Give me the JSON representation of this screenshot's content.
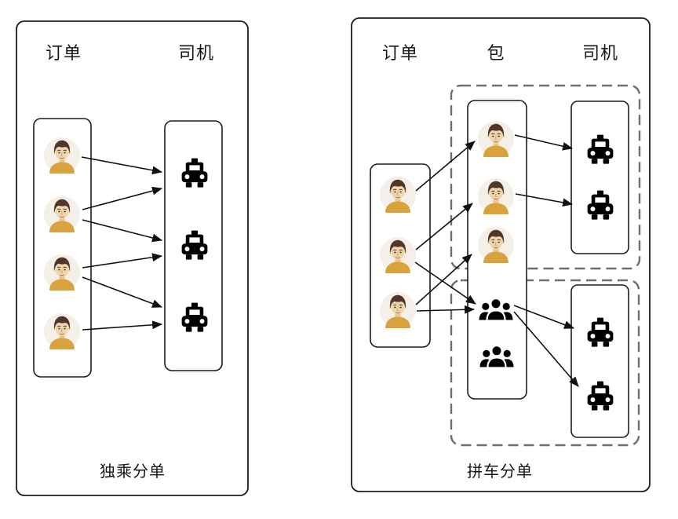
{
  "colors": {
    "line": "#1a1a1a",
    "dash_border": "#6f6f6f",
    "avatar_shirt": "#d8a33c",
    "avatar_bg": "#f4efe8",
    "background": "#ffffff"
  },
  "left_panel": {
    "title_orders": "订单",
    "title_drivers": "司机",
    "caption": "独乘分单",
    "orders": [
      "order-1",
      "order-2",
      "order-3",
      "order-4"
    ],
    "drivers": [
      "taxi-1",
      "taxi-2",
      "taxi-3"
    ],
    "matches": [
      {
        "from": "order-1",
        "to": "taxi-1"
      },
      {
        "from": "order-2",
        "to": "taxi-1"
      },
      {
        "from": "order-2",
        "to": "taxi-2"
      },
      {
        "from": "order-3",
        "to": "taxi-2"
      },
      {
        "from": "order-3",
        "to": "taxi-3"
      },
      {
        "from": "order-4",
        "to": "taxi-3"
      }
    ]
  },
  "right_panel": {
    "title_orders": "订单",
    "title_packages": "包",
    "title_drivers": "司机",
    "caption": "拼车分单",
    "orders": [
      "order-1",
      "order-2",
      "order-3"
    ],
    "packages": [
      "solo-package-1",
      "solo-package-2",
      "solo-package-3",
      "pool-package-1",
      "pool-package-2"
    ],
    "drivers": [
      "taxi-1",
      "taxi-2",
      "taxi-3",
      "taxi-4"
    ],
    "matches": [
      {
        "from": "order-1",
        "to": "solo-package-1"
      },
      {
        "from": "order-2",
        "to": "solo-package-2"
      },
      {
        "from": "order-2",
        "to": "pool-package-1"
      },
      {
        "from": "order-3",
        "to": "solo-package-3"
      },
      {
        "from": "order-3",
        "to": "pool-package-1"
      },
      {
        "from": "solo-package-1",
        "to": "taxi-1"
      },
      {
        "from": "solo-package-2",
        "to": "taxi-2"
      },
      {
        "from": "pool-package-1",
        "to": "taxi-3"
      },
      {
        "from": "pool-package-1",
        "to": "taxi-4"
      }
    ]
  }
}
